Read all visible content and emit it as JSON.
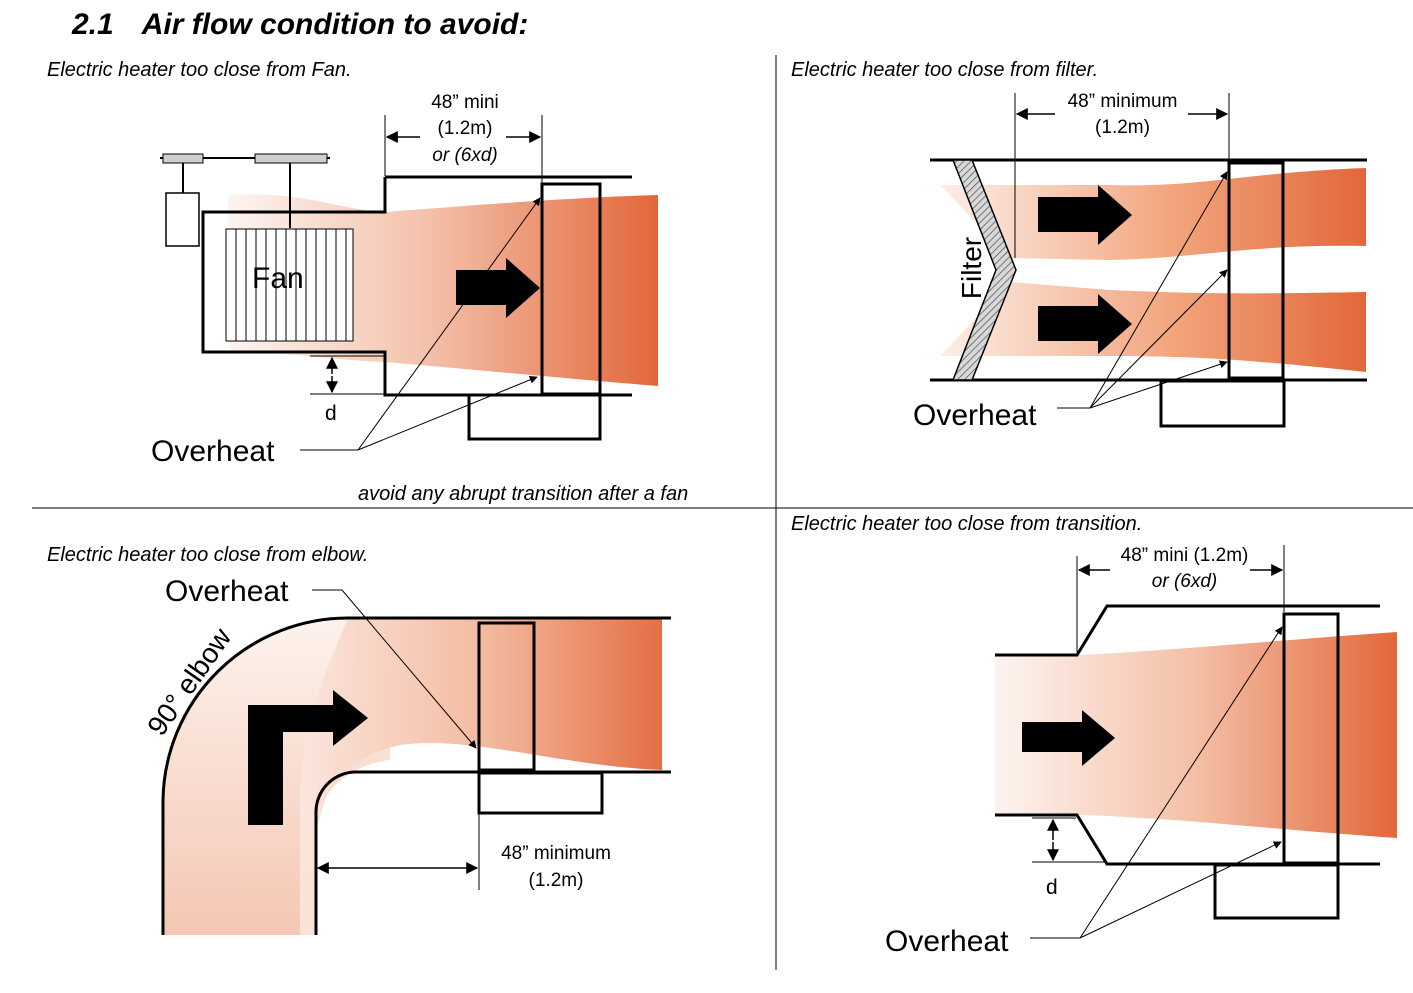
{
  "title": {
    "number": "2.1",
    "text": "Air flow condition to avoid:"
  },
  "colors": {
    "flow_light": "#fbeae3",
    "flow_dark": "#e2673a",
    "line": "#000000",
    "filter": "#9c9c9c"
  },
  "panels": {
    "fan": {
      "caption": "Electric heater too close from Fan.",
      "dim_line1": "48” mini",
      "dim_line2": "(1.2m)",
      "dim_line3": "or (6xd)",
      "fan_label": "Fan",
      "d_label": "d",
      "overheat": "Overheat",
      "note": "avoid any abrupt transition after a fan"
    },
    "filter": {
      "caption": "Electric heater too close from filter.",
      "dim_line1": "48” minimum",
      "dim_line2": "(1.2m)",
      "filter_label": "Filter",
      "overheat": "Overheat"
    },
    "elbow": {
      "caption": "Electric heater too close from elbow.",
      "overheat": "Overheat",
      "elbow_label": "90° elbow",
      "dim_line1": "48” minimum",
      "dim_line2": "(1.2m)"
    },
    "transition": {
      "caption": "Electric heater too close from transition.",
      "dim_line1": "48” mini (1.2m)",
      "dim_line2": "or (6xd)",
      "d_label": "d",
      "overheat": "Overheat"
    }
  }
}
